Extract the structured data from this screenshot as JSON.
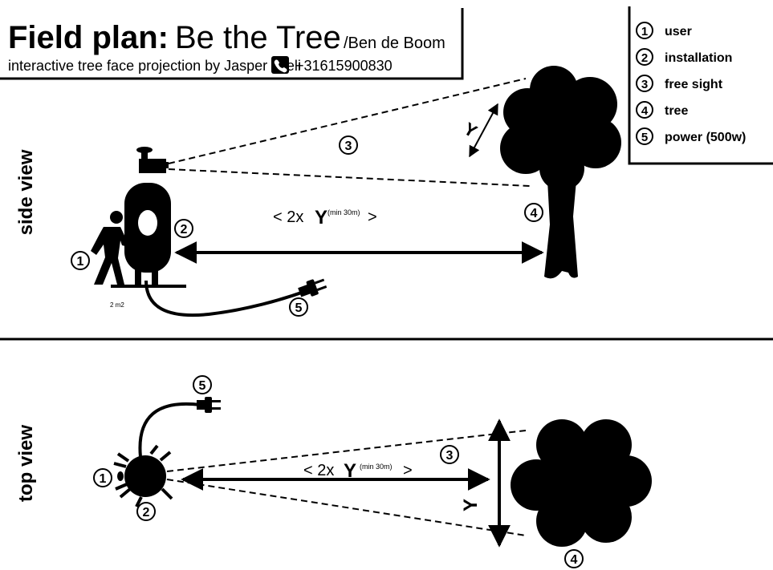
{
  "header": {
    "title_bold": "Field plan:",
    "title_light": "Be the Tree",
    "title_author": "/Ben de Boom",
    "subtitle": "interactive tree face projection by Jasper Toeli",
    "phone": "+31615900830",
    "phone_icon": "phone-icon"
  },
  "legend": {
    "items": [
      {
        "num": "1",
        "label": "user"
      },
      {
        "num": "2",
        "label": "installation"
      },
      {
        "num": "3",
        "label": "free sight"
      },
      {
        "num": "4",
        "label": "tree"
      },
      {
        "num": "5",
        "label": "power (500w)"
      }
    ]
  },
  "side_view": {
    "label": "side view",
    "distance_prefix": "< 2x",
    "distance_var": "Y",
    "distance_note": "(min 30m)",
    "distance_suffix": ">",
    "footprint": "2 m2",
    "height_var": "Y",
    "markers": {
      "user": "1",
      "installation": "2",
      "free_sight": "3",
      "tree": "4",
      "power": "5"
    }
  },
  "top_view": {
    "label": "top view",
    "distance_prefix": "< 2x",
    "distance_var": "Y",
    "distance_note": "(min 30m)",
    "distance_suffix": ">",
    "width_var": "Y",
    "markers": {
      "user": "1",
      "installation": "2",
      "free_sight": "3",
      "tree": "4",
      "power": "5"
    }
  }
}
